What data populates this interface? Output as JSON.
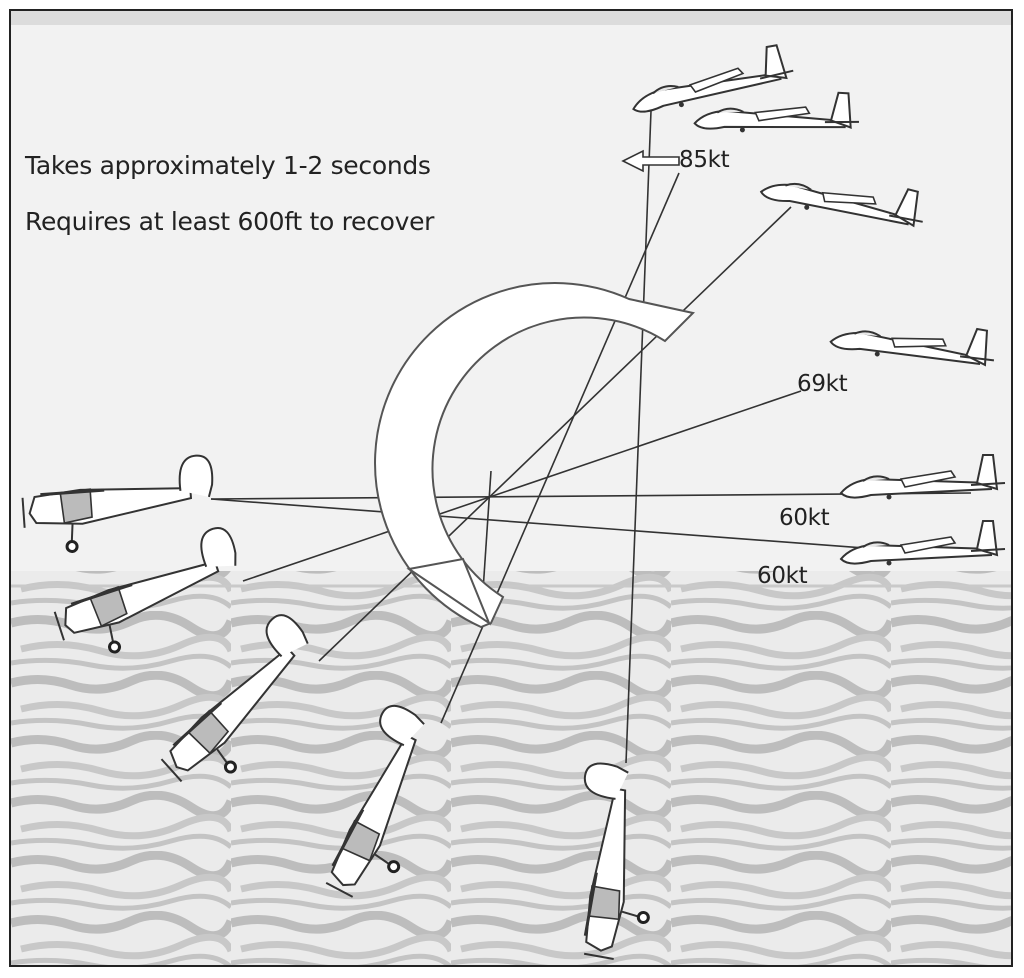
{
  "notes": {
    "duration": "Takes approximately 1-2 seconds",
    "altitude": "Requires at least 600ft to recover"
  },
  "speeds": {
    "top": "85kt",
    "upper_right": "69kt",
    "middle_right": "60kt",
    "lower_right": "60kt"
  },
  "colors": {
    "background": "#f2f2f2",
    "ground_texture": "#bdbdbd",
    "line": "#333333",
    "loop_arrow_fill": "#ffffff"
  }
}
